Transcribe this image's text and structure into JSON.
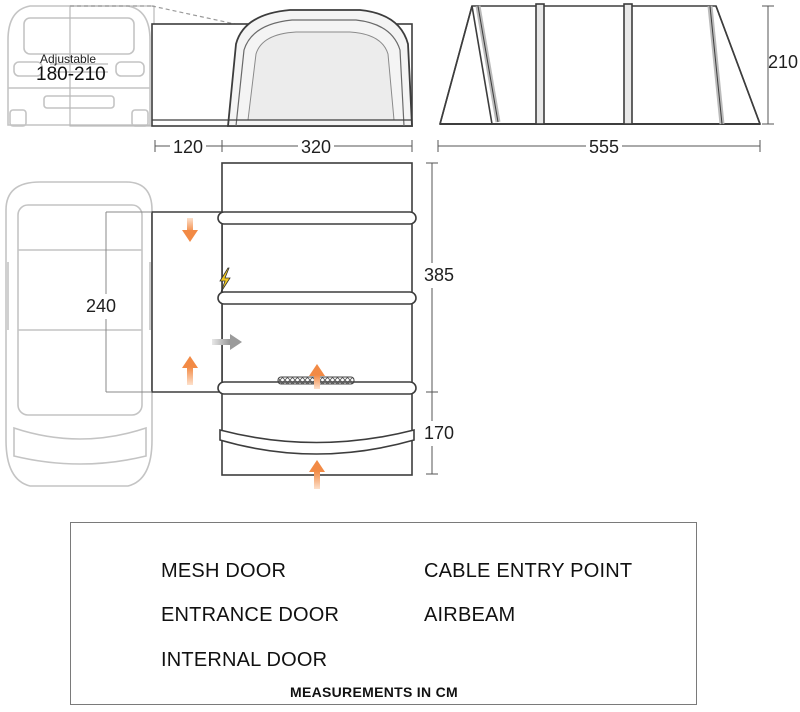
{
  "van_side": {
    "label_small": "Adjustable",
    "label_range": "180-210"
  },
  "dimensions": {
    "height": "210",
    "length_total": "555",
    "offset": "120",
    "width": "320",
    "depth_main": "385",
    "depth_porch": "170",
    "van_width": "240"
  },
  "legend": {
    "mesh_door": "MESH DOOR",
    "cable_entry": "CABLE ENTRY POINT",
    "entrance_door": "ENTRANCE DOOR",
    "airbeam": "AIRBEAM",
    "internal_door": "INTERNAL DOOR",
    "footer": "MEASUREMENTS IN CM"
  },
  "colors": {
    "entrance_arrow": "#f28a45",
    "internal_arrow": "#9b9b9b",
    "cable_bolt": "#f2c81e",
    "outline": "#3d3d3d",
    "van_outline": "#c4c4c4"
  },
  "icons": [
    "mesh-door-icon",
    "cable-entry-icon",
    "entrance-arrow-icon",
    "airbeam-icon",
    "internal-arrow-icon"
  ]
}
